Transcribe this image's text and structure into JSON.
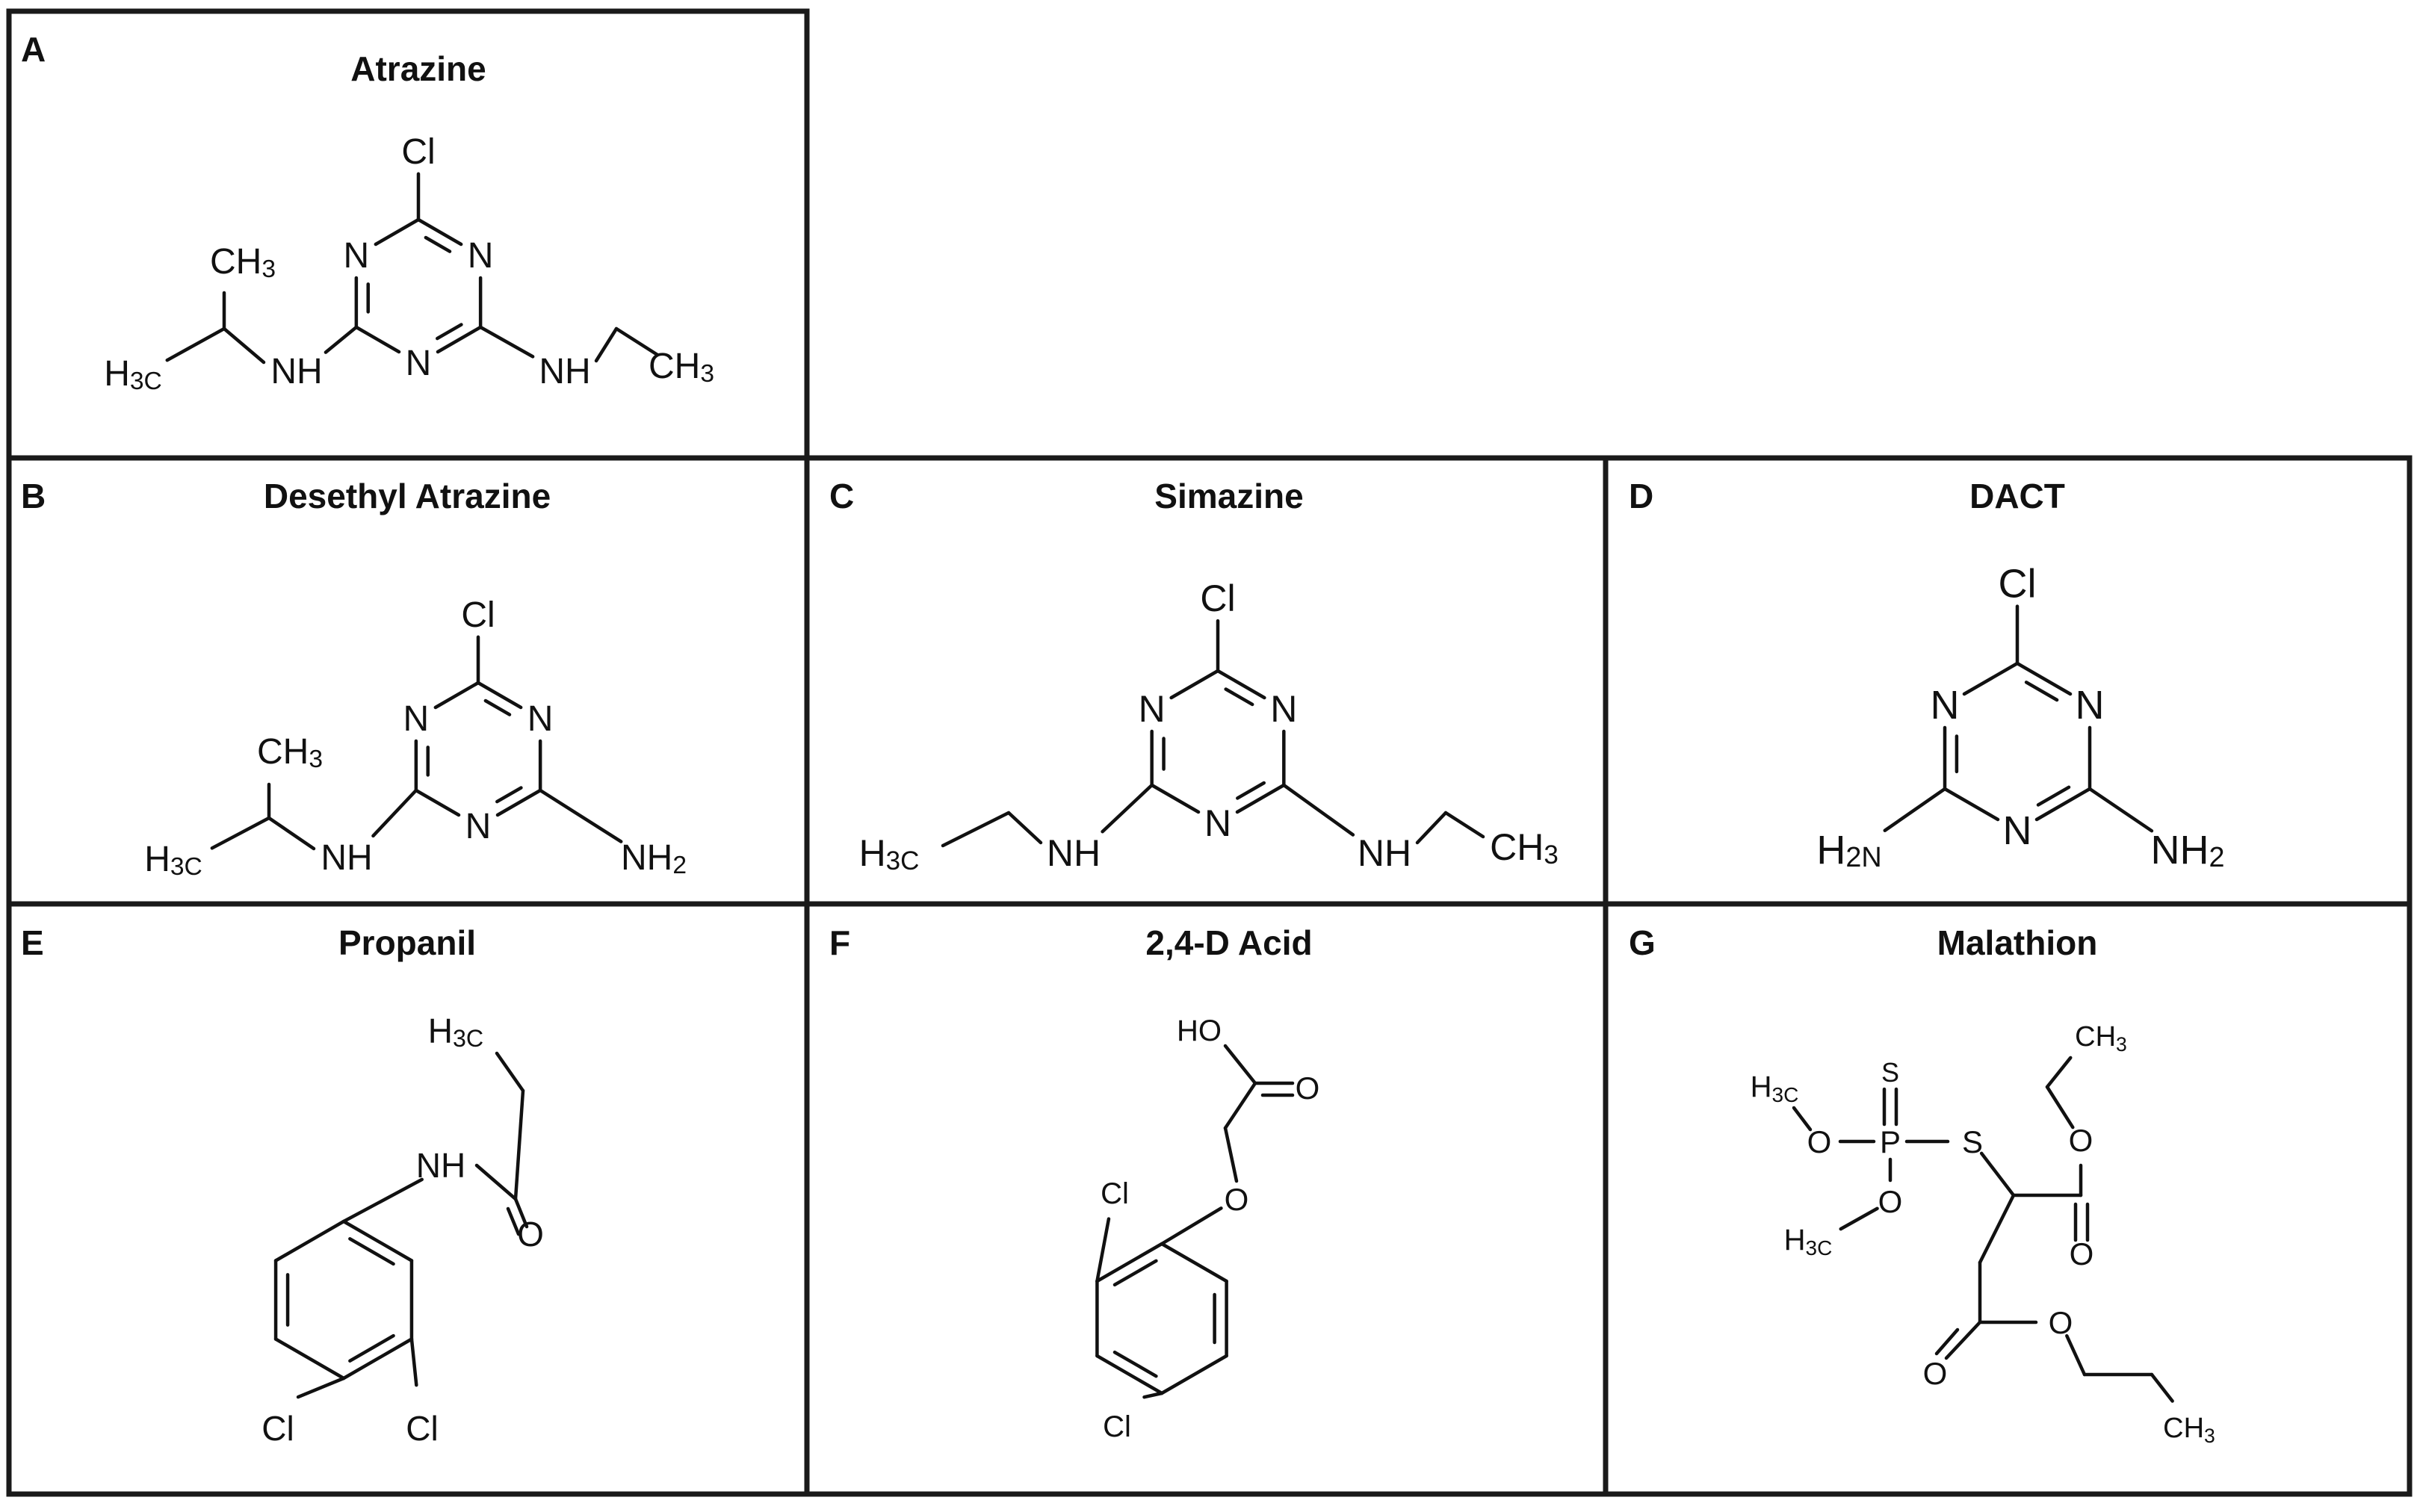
{
  "panels": [
    {
      "letter": "A",
      "name": "Atrazine"
    },
    {
      "letter": "B",
      "name": "Desethyl Atrazine"
    },
    {
      "letter": "C",
      "name": "Simazine"
    },
    {
      "letter": "D",
      "name": "DACT"
    },
    {
      "letter": "E",
      "name": "Propanil"
    },
    {
      "letter": "F",
      "name": "2,4-D Acid"
    },
    {
      "letter": "G",
      "name": "Malathion"
    }
  ]
}
